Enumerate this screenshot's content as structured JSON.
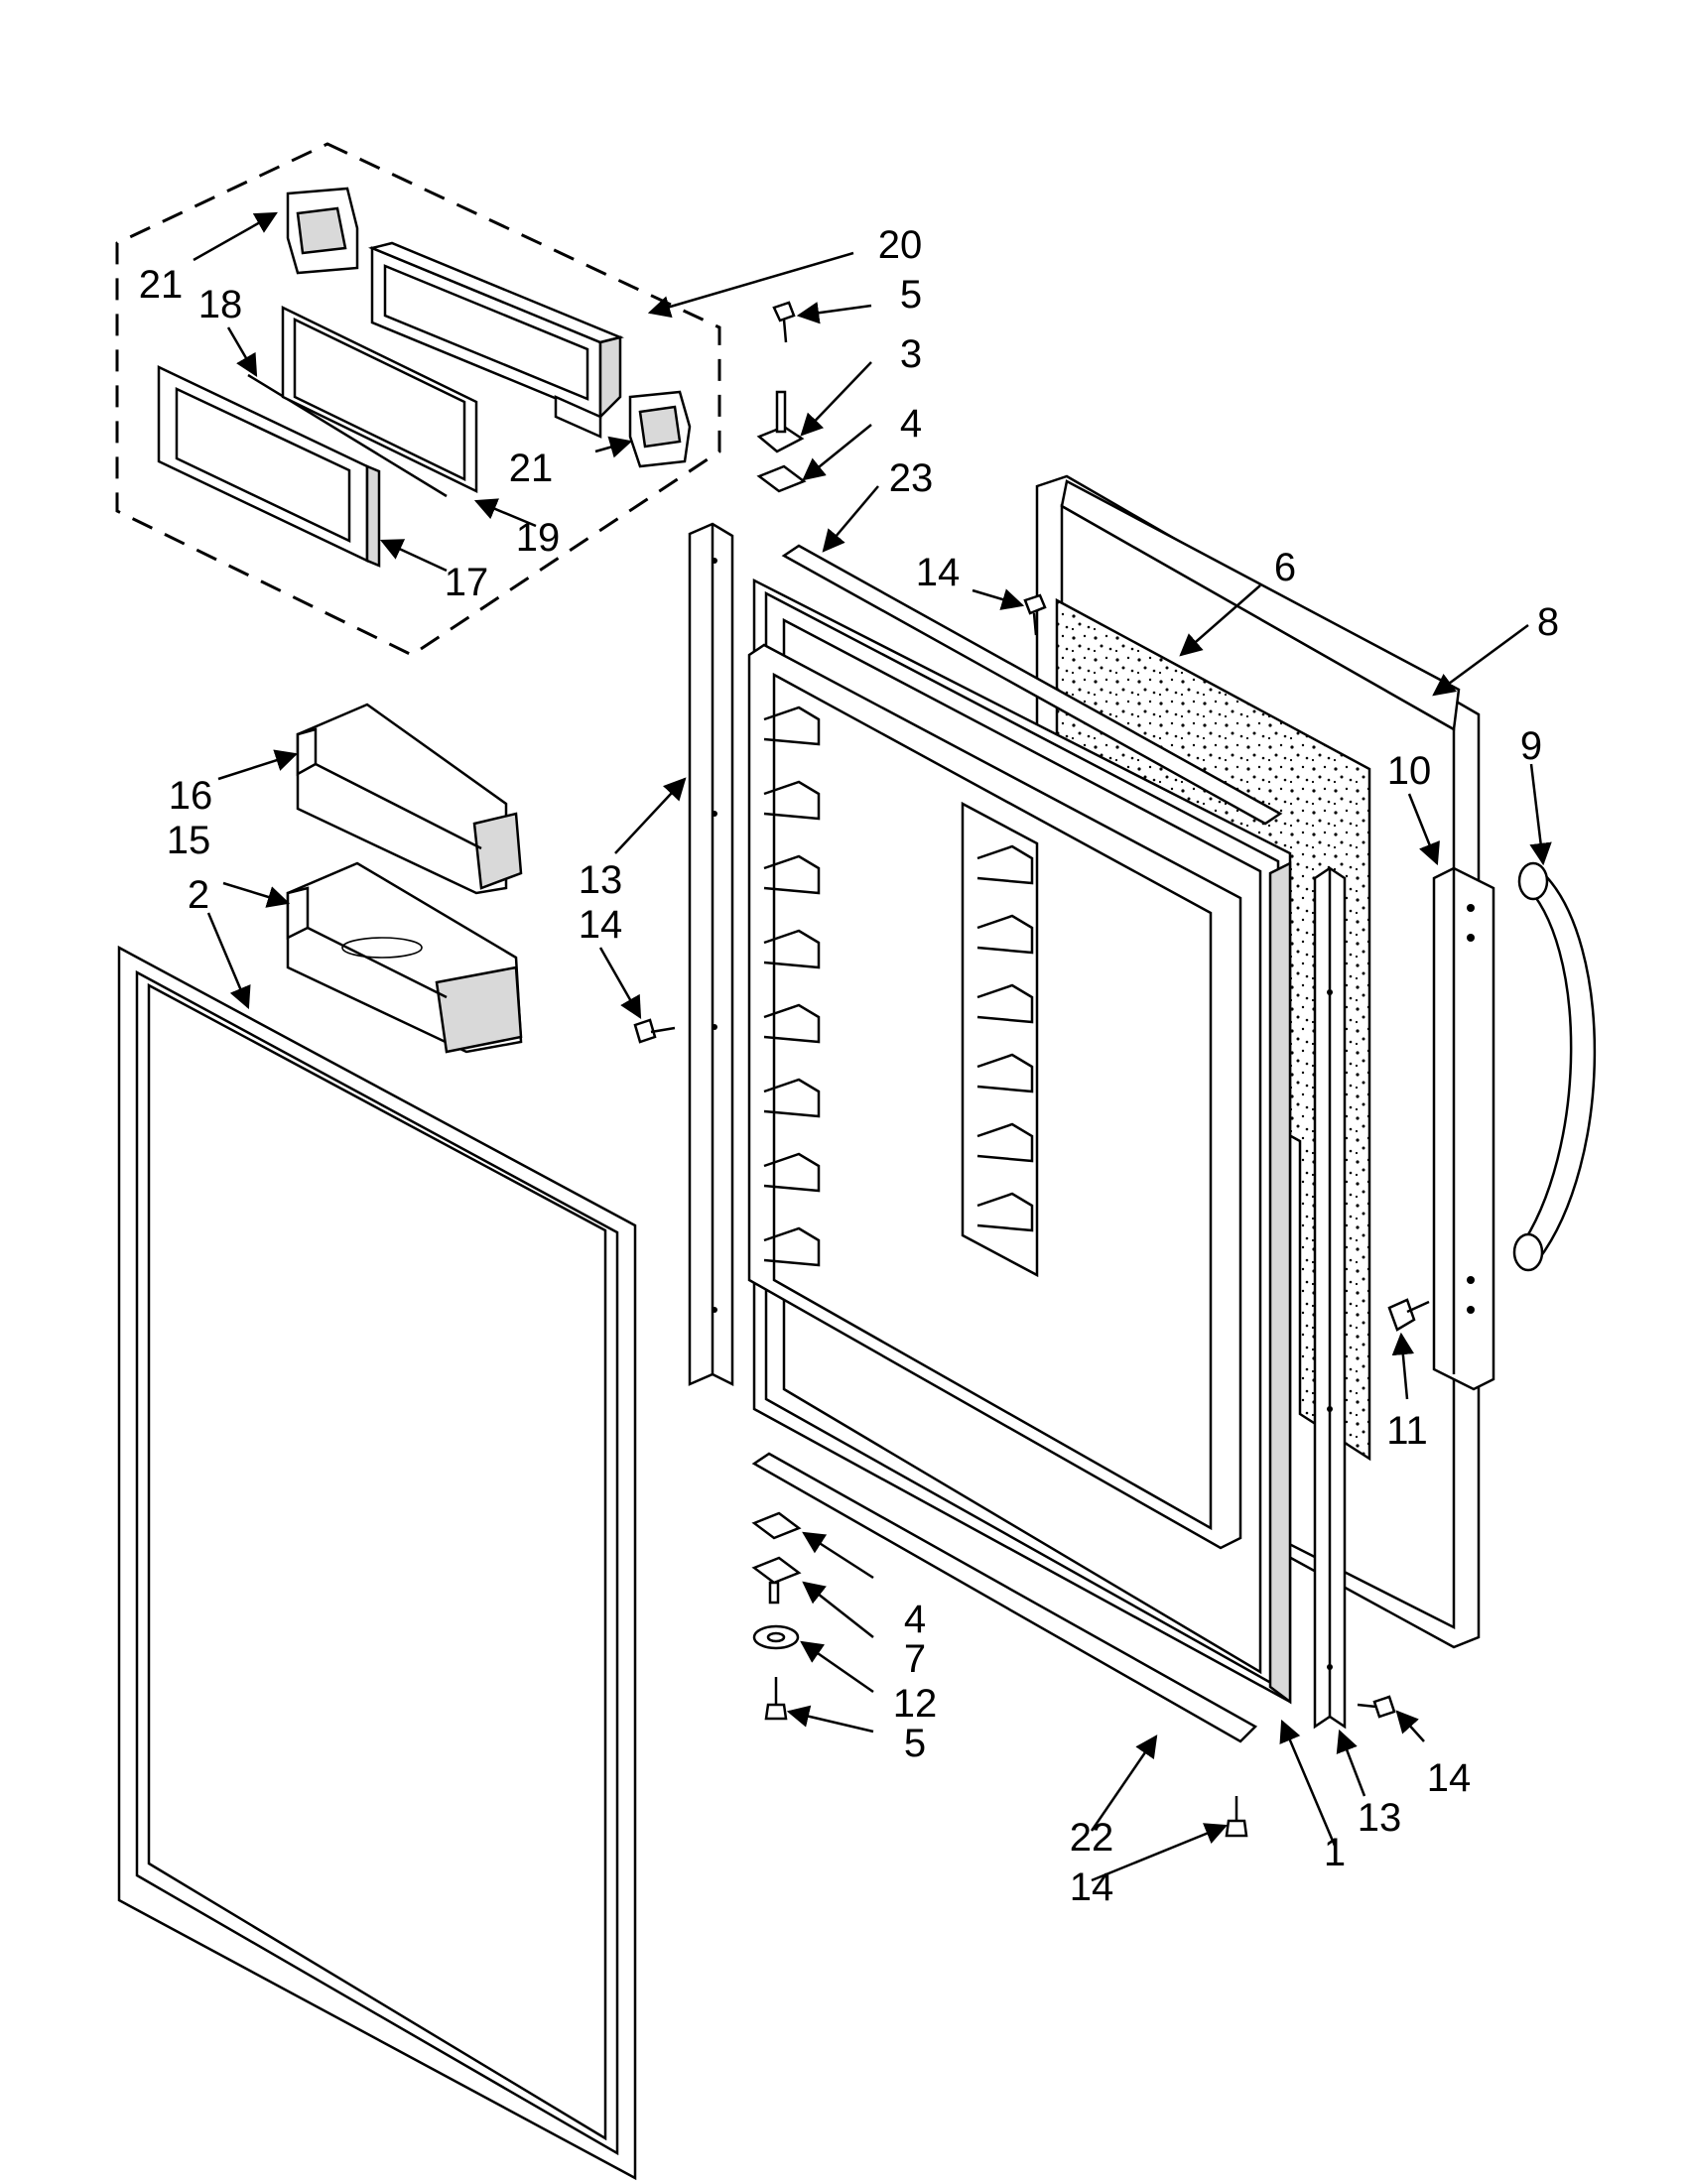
{
  "callouts": [
    {
      "id": "c1",
      "text": "1"
    },
    {
      "id": "c2",
      "text": "2"
    },
    {
      "id": "c3",
      "text": "3"
    },
    {
      "id": "c4a",
      "text": "4"
    },
    {
      "id": "c4b",
      "text": "4"
    },
    {
      "id": "c5a",
      "text": "5"
    },
    {
      "id": "c5b",
      "text": "5"
    },
    {
      "id": "c6",
      "text": "6"
    },
    {
      "id": "c7",
      "text": "7"
    },
    {
      "id": "c8",
      "text": "8"
    },
    {
      "id": "c9",
      "text": "9"
    },
    {
      "id": "c10",
      "text": "10"
    },
    {
      "id": "c11",
      "text": "11"
    },
    {
      "id": "c12",
      "text": "12"
    },
    {
      "id": "c13a",
      "text": "13"
    },
    {
      "id": "c13b",
      "text": "13"
    },
    {
      "id": "c14a",
      "text": "14"
    },
    {
      "id": "c14b",
      "text": "14"
    },
    {
      "id": "c14c",
      "text": "14"
    },
    {
      "id": "c14d",
      "text": "14"
    },
    {
      "id": "c15",
      "text": "15"
    },
    {
      "id": "c16",
      "text": "16"
    },
    {
      "id": "c17",
      "text": "17"
    },
    {
      "id": "c18",
      "text": "18"
    },
    {
      "id": "c19",
      "text": "19"
    },
    {
      "id": "c20",
      "text": "20"
    },
    {
      "id": "c21a",
      "text": "21"
    },
    {
      "id": "c21b",
      "text": "21"
    },
    {
      "id": "c22",
      "text": "22"
    },
    {
      "id": "c23",
      "text": "23"
    }
  ]
}
